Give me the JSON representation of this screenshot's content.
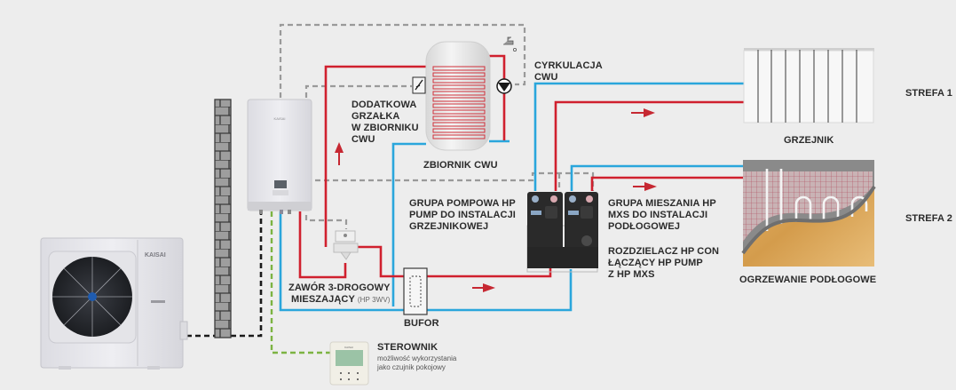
{
  "diagram": {
    "title": "Heat pump installation schematic",
    "colors": {
      "background": "#ededed",
      "supply_pipe": "#d0202e",
      "return_pipe": "#2aa6dc",
      "control_wire": "#9a9a9a",
      "power_link": "#1a1a1a",
      "controller_link": "#7cb342",
      "flow_arrow": "#c62832"
    },
    "components": {
      "outdoor_unit": {
        "brand": "KAISAI"
      },
      "indoor_unit": {
        "brand": "KAISAI"
      },
      "controller": {
        "brand": "KAISAI"
      }
    },
    "labels": {
      "dodatkowa_grzalka": "DODATKOWA\nGRZAŁKA\nW ZBIORNIKU\nCWU",
      "zbiornik_cwu": "ZBIORNIK CWU",
      "cyrkulacja_cwu": "CYRKULACJA\nCWU",
      "grupa_pompowa": "GRUPA POMPOWA HP\nPUMP DO INSTALACJI\nGRZEJNIKOWEJ",
      "grupa_mieszania": "GRUPA MIESZANIA HP\nMXS DO INSTALACJI\nPODŁOGOWEJ",
      "rozdzielacz": "ROZDZIELACZ HP CON\nŁĄCZĄCY HP PUMP\nZ HP MXS",
      "zawor_line1": "ZAWÓR 3-DROGOWY",
      "zawor_line2": "MIESZAJĄCY",
      "zawor_model": "(HP 3WV)",
      "bufor": "BUFOR",
      "grzejnik": "GRZEJNIK",
      "strefa1": "STREFA 1",
      "strefa2": "STREFA 2",
      "ogrzewanie_podlogowe": "OGRZEWANIE PODŁOGOWE",
      "sterownik": "STEROWNIK",
      "sterownik_desc": "możliwość wykorzystania\njako czujnik pokojowy"
    },
    "icons": [
      "brick-wall-icon",
      "outdoor-unit-icon",
      "indoor-unit-icon",
      "dhw-tank-icon",
      "heater-element-icon",
      "faucet-icon",
      "circulation-pump-icon",
      "three-way-valve-icon",
      "buffer-tank-icon",
      "pump-group-icon",
      "radiator-icon",
      "underfloor-heating-icon",
      "controller-icon",
      "flow-arrow-icon"
    ]
  }
}
